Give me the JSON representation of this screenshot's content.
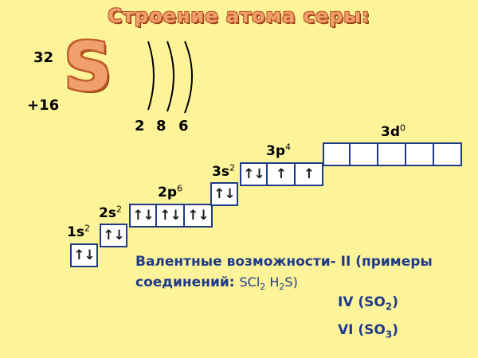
{
  "title": "Строение атома серы:",
  "element": {
    "symbol": "S",
    "mass_number": "32",
    "nuclear_charge": "+16"
  },
  "shells": [
    "2",
    "8",
    "6"
  ],
  "orbitals": [
    {
      "name": "1s",
      "superscript": "2",
      "cells": [
        "↑↓"
      ]
    },
    {
      "name": "2s",
      "superscript": "2",
      "cells": [
        "↑↓"
      ]
    },
    {
      "name": "2p",
      "superscript": "6",
      "cells": [
        "↑↓",
        "↑↓",
        "↑↓"
      ]
    },
    {
      "name": "3s",
      "superscript": "2",
      "cells": [
        "↑↓"
      ]
    },
    {
      "name": "3p",
      "superscript": "4",
      "cells": [
        "↑↓",
        "↑",
        "↑"
      ]
    },
    {
      "name": "3d",
      "superscript": "0",
      "cells": [
        "",
        "",
        "",
        "",
        ""
      ]
    }
  ],
  "valence": {
    "line1_label": "Валентные возможности-",
    "line1_value": "II (примеры",
    "line2_label": "соединений:",
    "examples": [
      {
        "text": "SCl",
        "sub": "2"
      },
      {
        "text": " H",
        "sub": "2"
      },
      {
        "text": "S)",
        "sub": ""
      }
    ],
    "oxidation_rows": [
      {
        "roman": "IV",
        "formula": "SO",
        "sub": "2"
      },
      {
        "roman": "VI",
        "formula": "SO",
        "sub": "3"
      }
    ]
  }
}
